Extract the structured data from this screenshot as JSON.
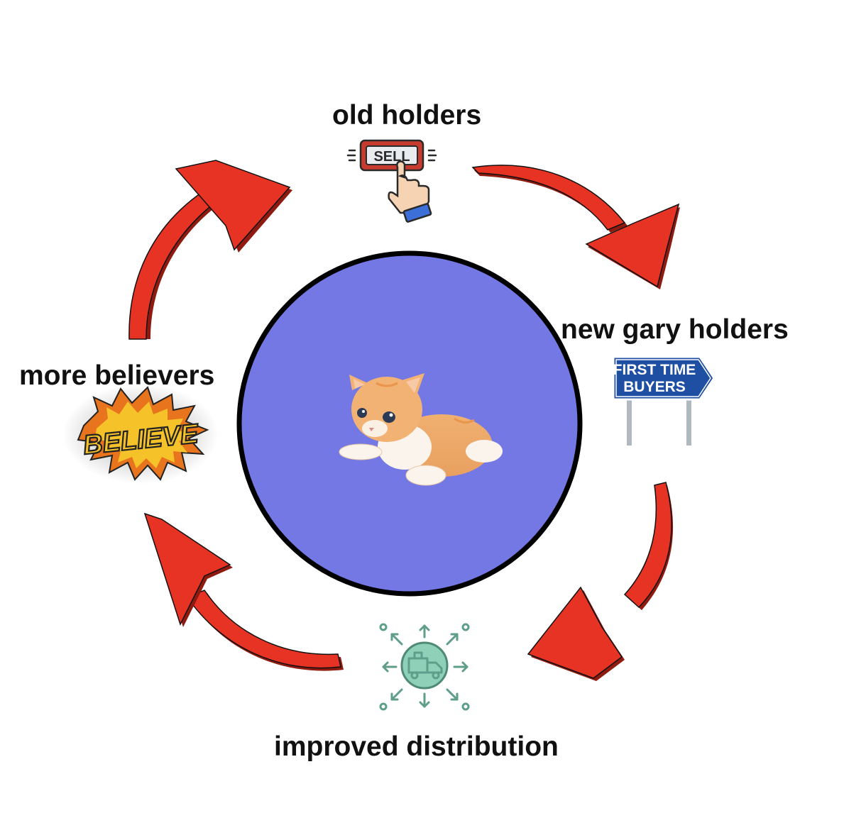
{
  "nodes": {
    "old_holders": {
      "label": "old holders",
      "icon": "sell-button-icon",
      "icon_text": "SELL"
    },
    "new_holders": {
      "label": "new gary holders",
      "icon": "road-sign-icon",
      "sign_line1": "FIRST TIME",
      "sign_line2": "BUYERS"
    },
    "distribution": {
      "label": "improved distribution",
      "icon": "delivery-truck-distribution-icon"
    },
    "believers": {
      "label": "more believers",
      "icon": "comic-burst-icon",
      "burst_text": "BELIEVE"
    }
  },
  "center": {
    "content": "kitten-image",
    "fill_color": "#7478E5"
  },
  "colors": {
    "arrow": "#E63323",
    "arrow_dark": "#8E1A10",
    "sign_blue": "#1E4FA3",
    "burst_yellow": "#F5C22A",
    "burst_orange": "#E8741E",
    "truck_green": "#5E9E8A"
  }
}
